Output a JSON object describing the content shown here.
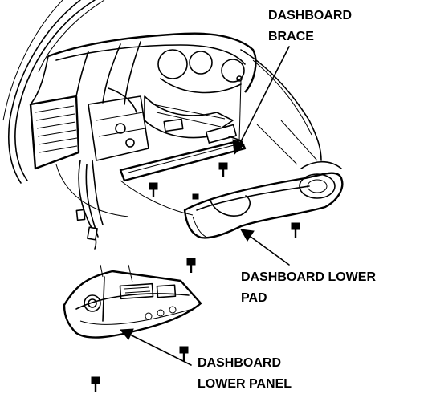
{
  "labels": {
    "brace_line1": "DASHBOARD",
    "brace_line2": "BRACE",
    "pad_line1": "DASHBOARD LOWER",
    "pad_line2": "PAD",
    "panel_line1": "DASHBOARD",
    "panel_line2": "LOWER PANEL"
  },
  "ink_color": "#000000",
  "background_color": "#ffffff"
}
